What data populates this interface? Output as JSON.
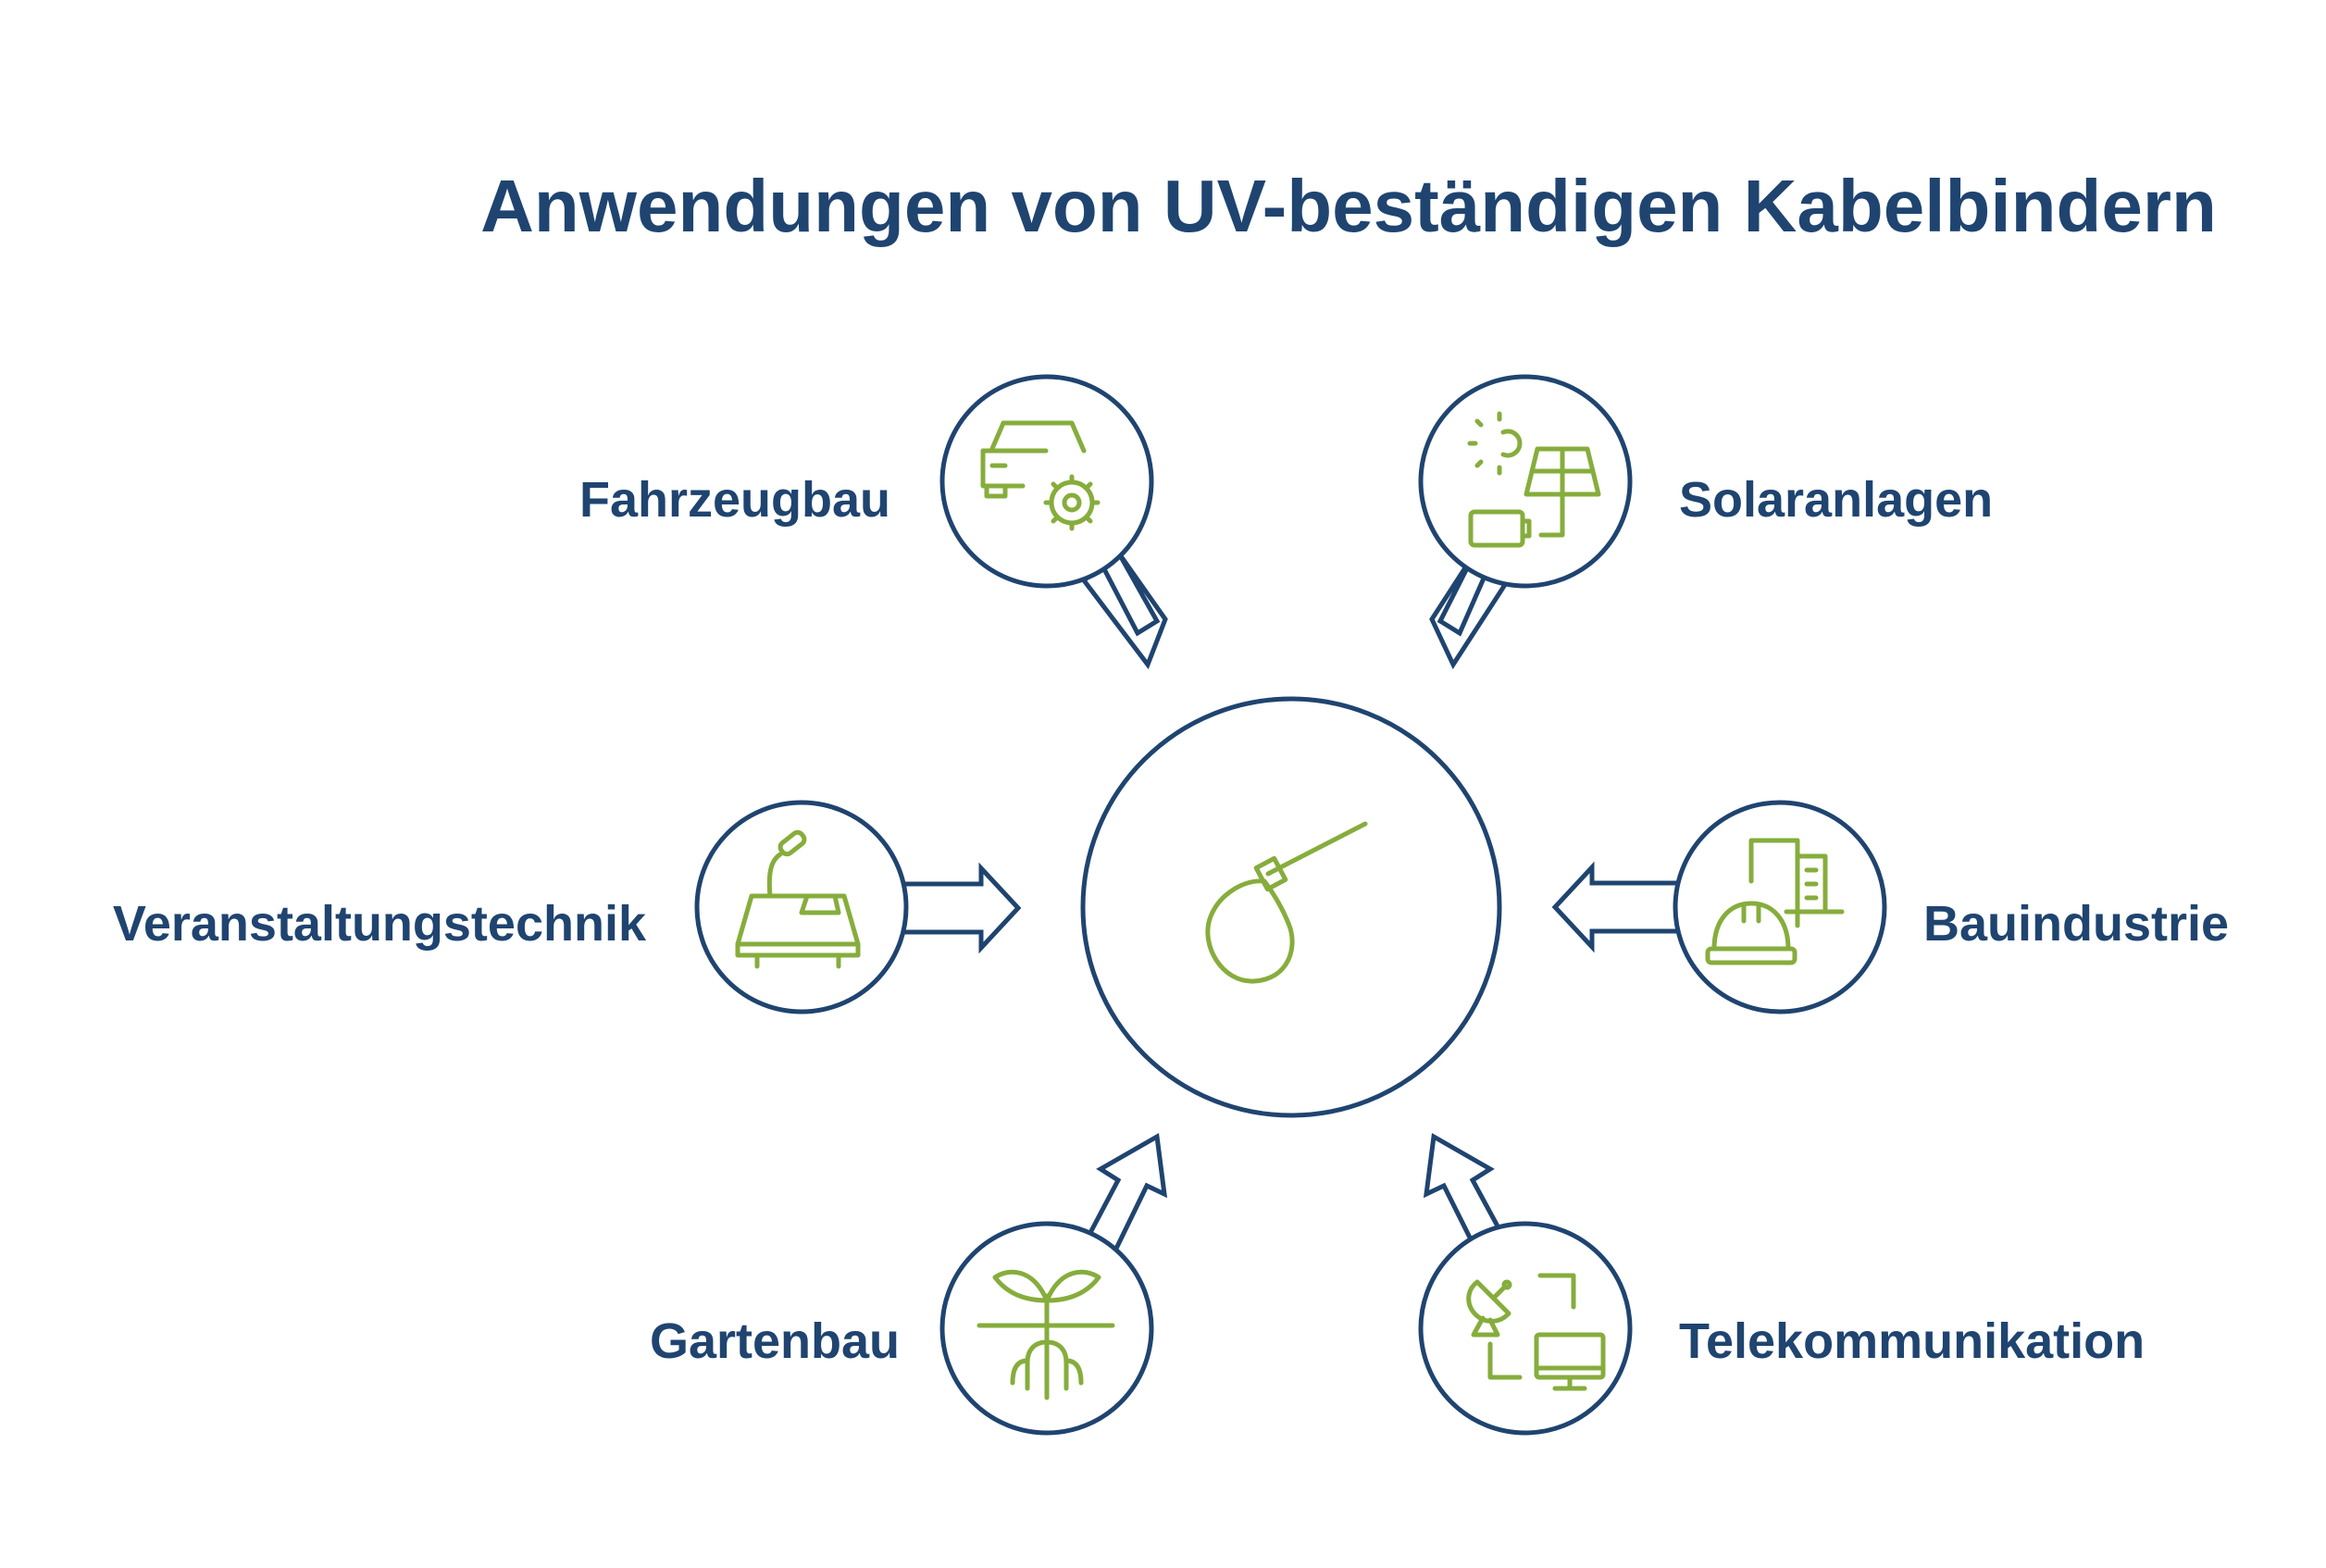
{
  "title": "Anwendungen von UV-beständigen Kabelbindern",
  "center": {
    "icon": "cable-tie-icon"
  },
  "applications": [
    {
      "label": "Fahrzeugbau",
      "icon": "car-gear-icon"
    },
    {
      "label": "Solaranlagen",
      "icon": "solar-panel-battery-icon"
    },
    {
      "label": "Veranstaltungstechnik",
      "icon": "mixing-desk-icon"
    },
    {
      "label": "Bauindustrie",
      "icon": "building-hardhat-icon"
    },
    {
      "label": "Gartenbau",
      "icon": "plant-sprout-icon"
    },
    {
      "label": "Telekommunikation",
      "icon": "satellite-monitor-icon"
    }
  ],
  "colors": {
    "text": "#1f4470",
    "outline": "#1f4470",
    "icon": "#86ad3c",
    "background": "#ffffff"
  }
}
